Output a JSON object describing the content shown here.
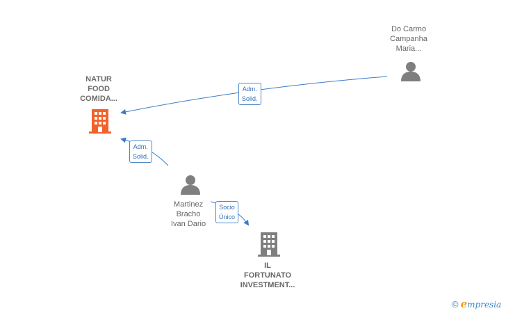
{
  "nodes": {
    "natur": {
      "lines": [
        "NATUR",
        "FOOD",
        "COMIDA..."
      ],
      "type": "company",
      "color": "#f4622a"
    },
    "docarmo": {
      "lines": [
        "Do Carmo",
        "Campanha",
        "Maria..."
      ],
      "type": "person",
      "color": "#7f7f7f"
    },
    "martinez": {
      "lines": [
        "Martinez",
        "Bracho",
        "Ivan Dario"
      ],
      "type": "person",
      "color": "#7f7f7f"
    },
    "ilfortunato": {
      "lines": [
        "IL",
        "FORTUNATO",
        "INVESTMENT..."
      ],
      "type": "company",
      "color": "#7f7f7f"
    }
  },
  "edges": {
    "docarmo_natur": {
      "lines": [
        "Adm.",
        "Solid."
      ]
    },
    "martinez_natur": {
      "lines": [
        "Adm.",
        "Solid."
      ]
    },
    "martinez_ilfortunato": {
      "lines": [
        "Socio",
        "Único"
      ]
    }
  },
  "edge_color": "#3a7cc7",
  "watermark": {
    "copyright": "©",
    "brand_e": "e",
    "brand_rest": "mpresia"
  }
}
